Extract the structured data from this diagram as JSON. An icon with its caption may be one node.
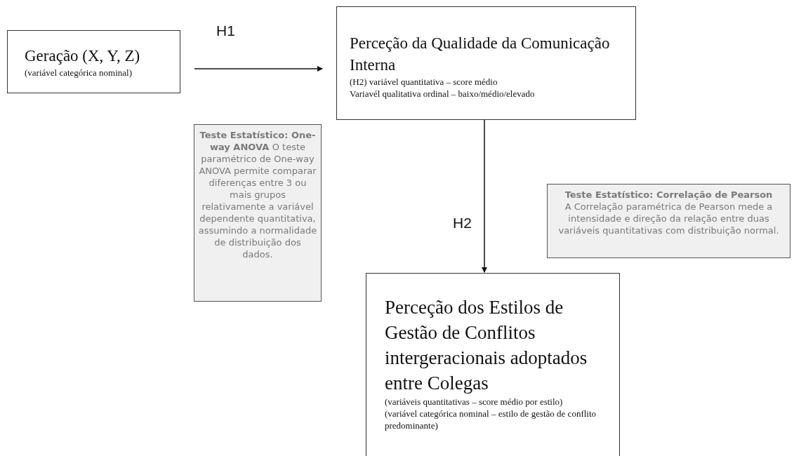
{
  "diagram": {
    "nodes": [
      {
        "text": [
          "Geração (X, Y, Z)",
          "(variável categórica nominal)"
        ]
      },
      {
        "text": [
          "Perceção da Qualidade da Comunicação Interna",
          "(H2) variável quantitativa – score médio",
          "Variavél qualitativa ordinal – baixo/médio/elevado"
        ]
      },
      {
        "text": [
          "Teste Estatístico: One-way ANOVA",
          "O teste paramétrico de One-way ANOVA permite comparar diferenças entre 3 ou mais grupos relativamente a variável dependente quantitativa, assumindo a normalidade de distribuição dos dados."
        ]
      },
      {
        "text": [
          "Teste Estatístico: Correlação de Pearson",
          "A Correlação paramétrica de Pearson mede a intensidade e direção da relação entre duas variáveis quantitativas com distribuição normal."
        ]
      },
      {
        "text": [
          "Perceção dos Estilos de Gestão de Conflitos intergeracionais adoptados entre Colegas",
          "(variáveis quantitativas – score médio por estilo)",
          "(variável categórica nominal – estilo de gestão de conflito predominante)"
        ]
      }
    ],
    "edges": [
      {
        "from": 0,
        "to": 1,
        "arrow": "to",
        "label": "H1"
      },
      {
        "from": 1,
        "to": 4,
        "arrow": "to",
        "label": "H2"
      }
    ]
  }
}
